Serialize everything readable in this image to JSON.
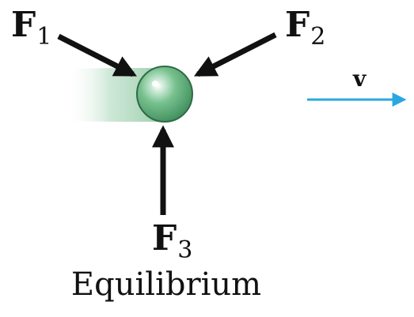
{
  "forces": [
    {
      "id": "F1",
      "symbol": "F",
      "subscript": "1"
    },
    {
      "id": "F2",
      "symbol": "F",
      "subscript": "2"
    },
    {
      "id": "F3",
      "symbol": "F",
      "subscript": "3"
    }
  ],
  "velocity": {
    "symbol": "v"
  },
  "caption": "Equilibrium",
  "colors": {
    "arrow": "#111111",
    "ball": "#5fb07c",
    "velocity_arrow": "#2aa7e0",
    "motion_trail": "#9ccfae"
  }
}
